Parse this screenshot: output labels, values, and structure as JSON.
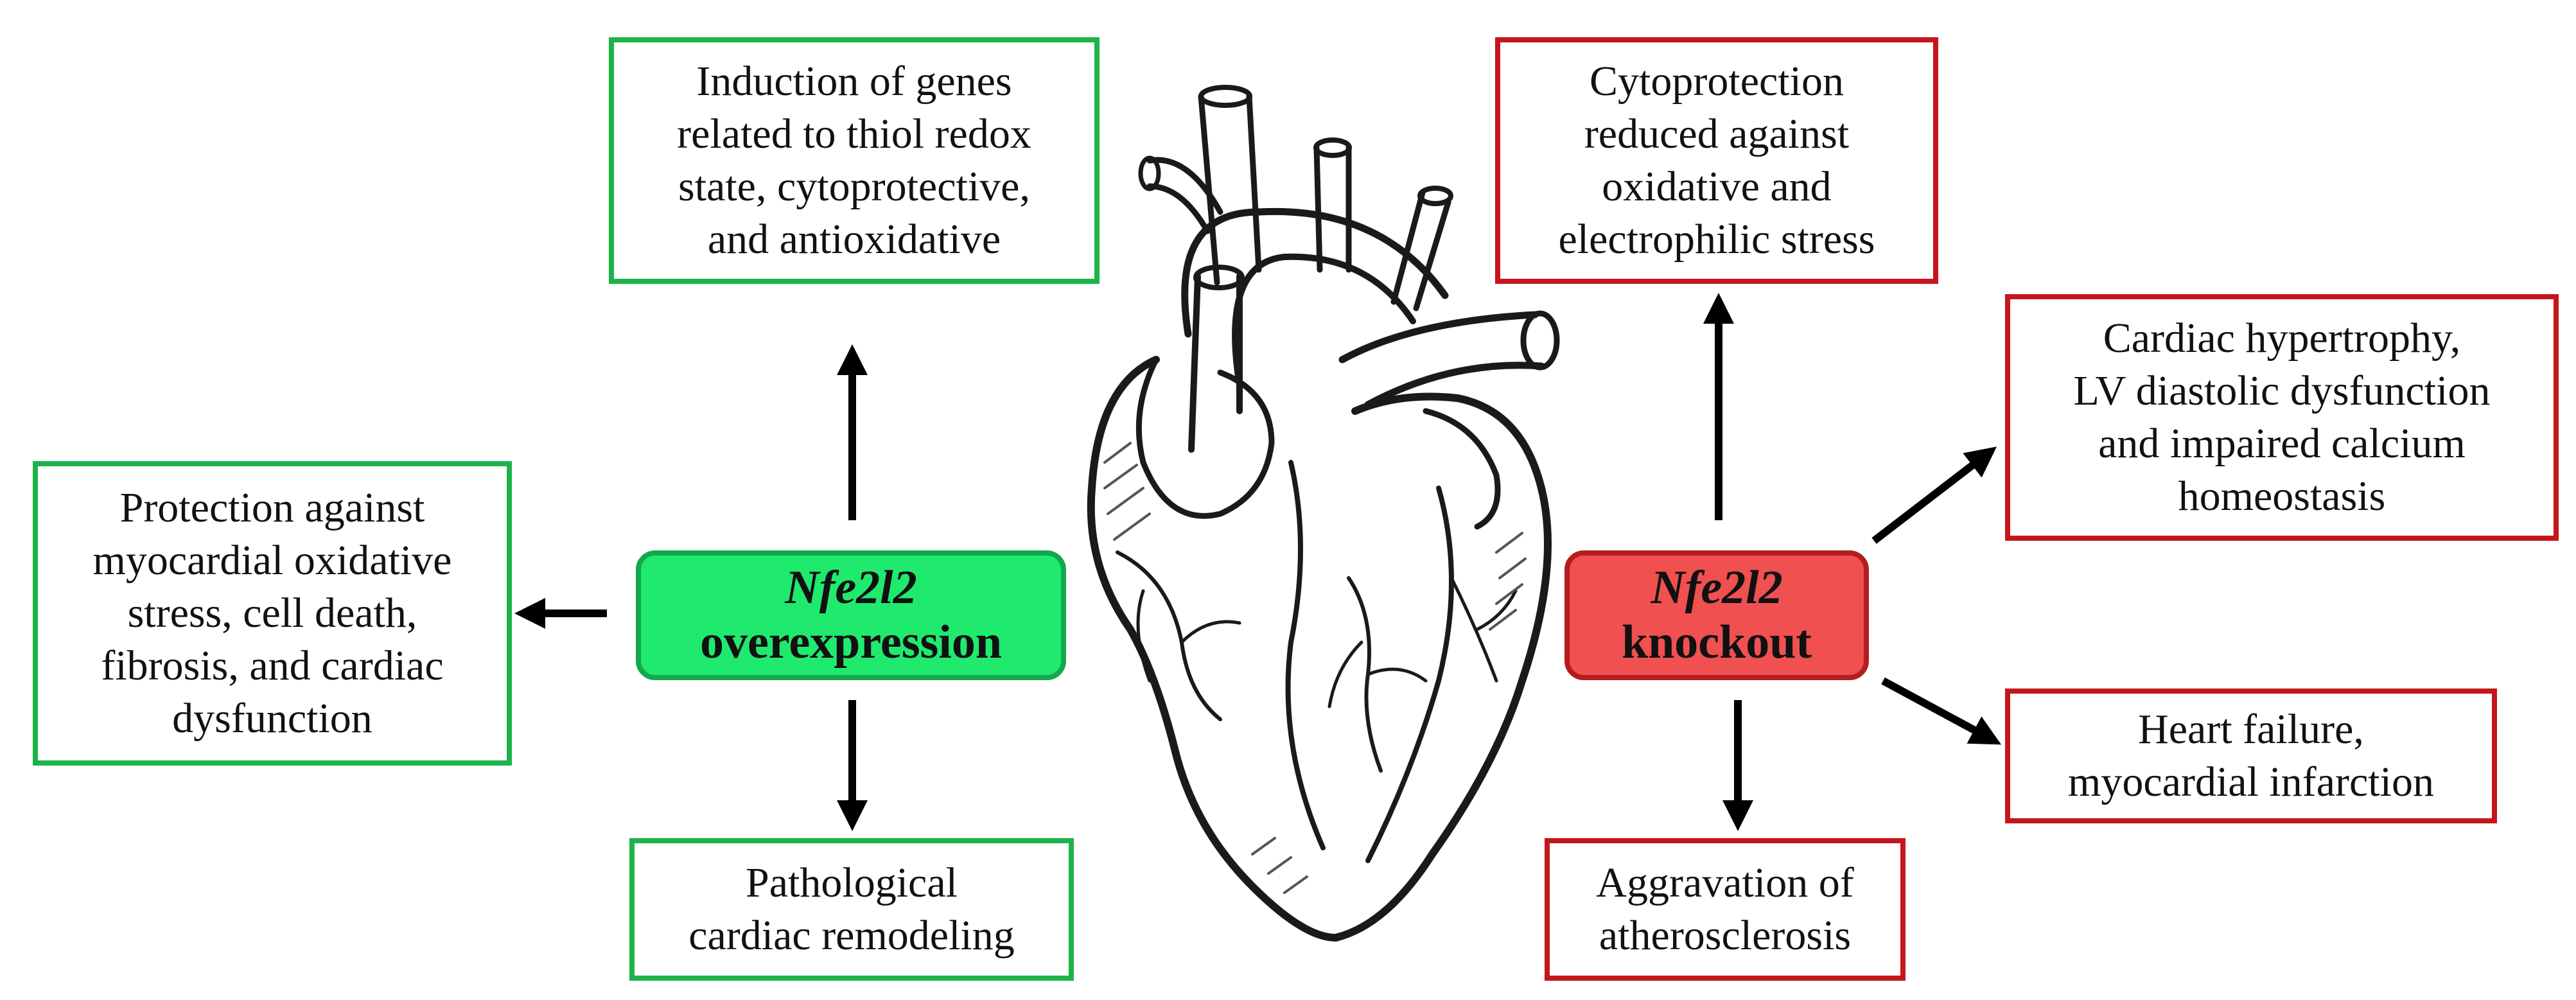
{
  "colors": {
    "green_border": "#1db34a",
    "green_fill": "#1fea6e",
    "red_border": "#c4161c",
    "red_fill": "#f05050",
    "arrow": "#000000"
  },
  "overexpression": {
    "gene": "Nfe2l2",
    "label": "overexpression",
    "outcomes": {
      "top": "Induction of genes\nrelated to thiol redox\nstate, cytoprotective,\nand antioxidative",
      "left": "Protection against\nmyocardial oxidative\nstress, cell death,\nfibrosis, and cardiac\ndysfunction",
      "bottom": "Pathological\ncardiac remodeling"
    }
  },
  "knockout": {
    "gene": "Nfe2l2",
    "label": "knockout",
    "outcomes": {
      "top": "Cytoprotection\nreduced against\noxidative and\nelectrophilic stress",
      "upper_right": "Cardiac hypertrophy,\nLV diastolic dysfunction\nand impaired calcium\nhomeostasis",
      "lower_right": "Heart failure,\nmyocardial infarction",
      "bottom": "Aggravation of\natherosclerosis"
    }
  },
  "illustration": "heart-sketch"
}
